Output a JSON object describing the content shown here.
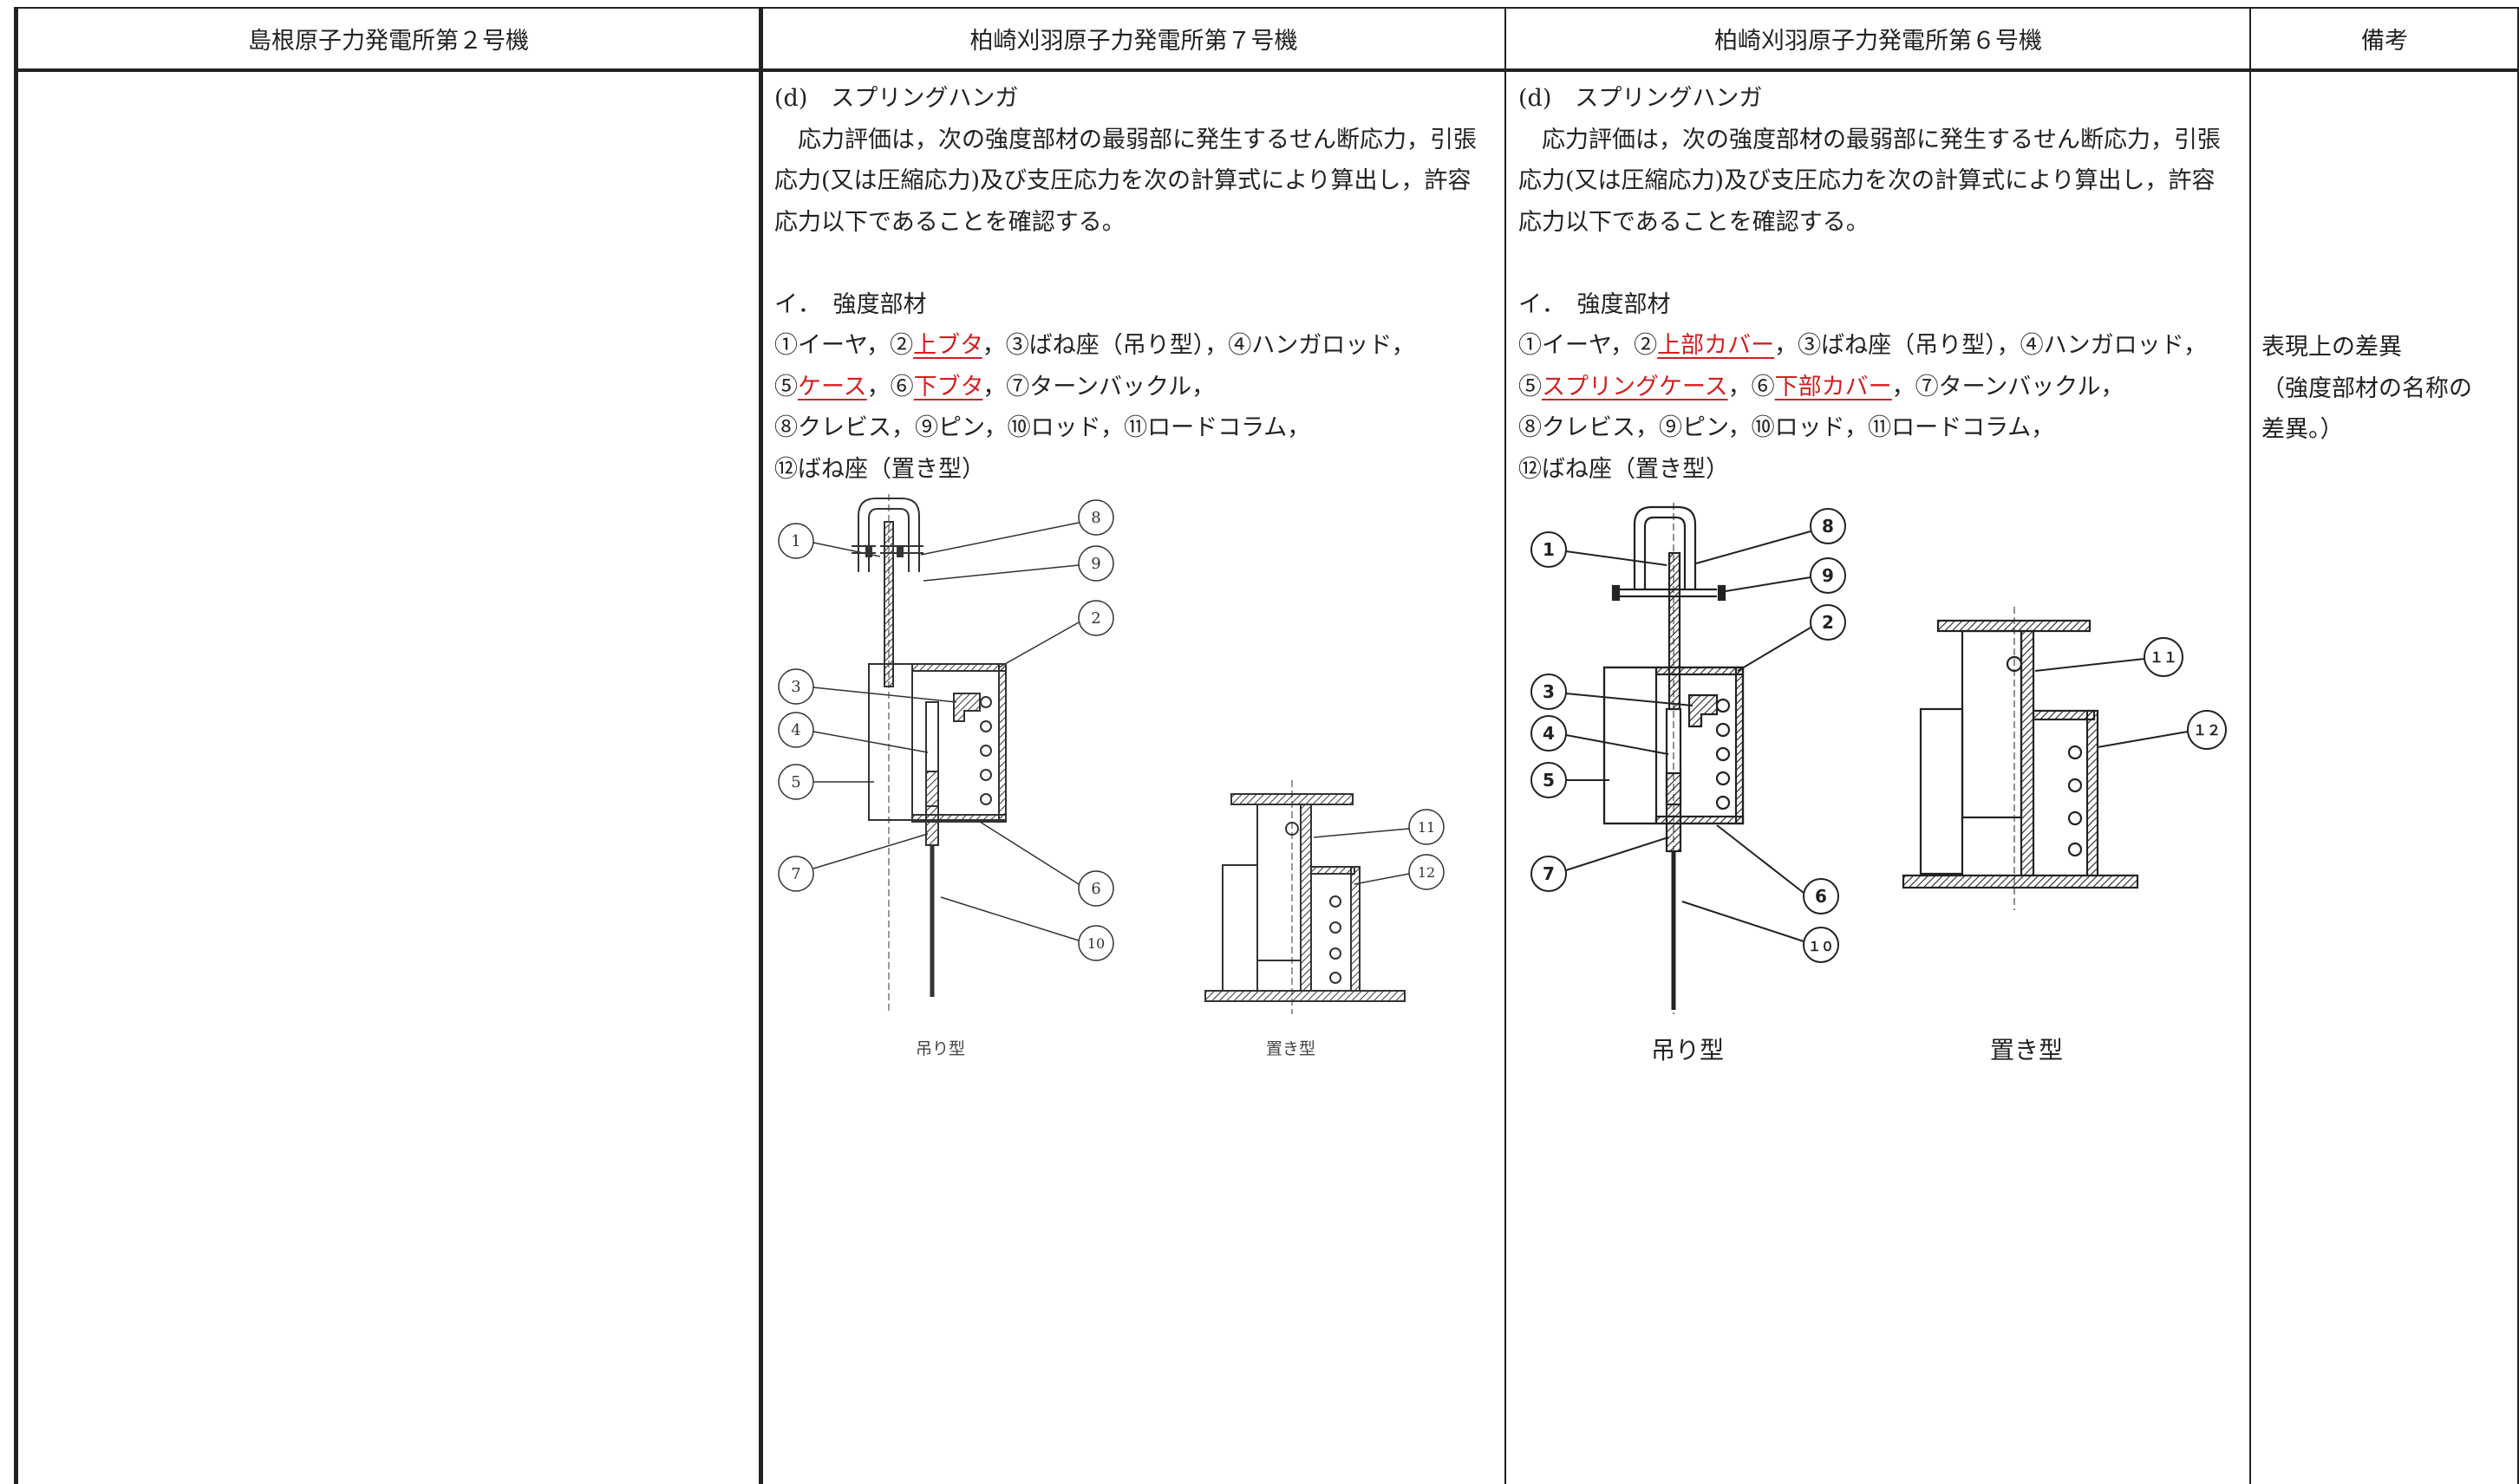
{
  "headers": {
    "col1": "島根原子力発電所第２号機",
    "col2": "柏崎刈羽原子力発電所第７号機",
    "col3": "柏崎刈羽原子力発電所第６号機",
    "col4": "備考"
  },
  "col2": {
    "heading": "(d)　スプリングハンガ",
    "p1": "　応力評価は，次の強度部材の最弱部に発生するせん断応力，引張",
    "p2": "応力(又は圧縮応力)及び支圧応力を次の計算式により算出し，許容",
    "p3": "応力以下であることを確認する。",
    "sub": "イ．　強度部材",
    "l1a": "①イーヤ，②",
    "l1r": "上ブタ",
    "l1b": "，③ばね座（吊り型），④ハンガロッド，",
    "l2a": "⑤",
    "l2r1": "ケース",
    "l2b": "，⑥",
    "l2r2": "下ブタ",
    "l2c": "，⑦ターンバックル，",
    "l3": "⑧クレビス，⑨ピン，⑩ロッド，⑪ロードコラム，",
    "l4": "⑫ばね座（置き型）",
    "cap_hang": "吊り型",
    "cap_stand": "置き型",
    "labels": [
      "1",
      "2",
      "3",
      "4",
      "5",
      "6",
      "7",
      "8",
      "9",
      "10",
      "11",
      "12"
    ]
  },
  "col3": {
    "heading": "(d)　スプリングハンガ",
    "p1": "　応力評価は，次の強度部材の最弱部に発生するせん断応力，引張",
    "p2": "応力(又は圧縮応力)及び支圧応力を次の計算式により算出し，許容",
    "p3": "応力以下であることを確認する。",
    "sub": "イ．　強度部材",
    "l1a": "①イーヤ，②",
    "l1r": "上部カバー",
    "l1b": "，③ばね座（吊り型），④ハンガロッド，",
    "l2a": "⑤",
    "l2r1": "スプリングケース",
    "l2b": "，⑥",
    "l2r2": "下部カバー",
    "l2c": "，⑦ターンバックル，",
    "l3": "⑧クレビス，⑨ピン，⑩ロッド，⑪ロードコラム，",
    "l4": "⑫ばね座（置き型）",
    "cap_hang": "吊り型",
    "cap_stand": "置き型",
    "labels": [
      "1",
      "2",
      "3",
      "4",
      "5",
      "6",
      "7",
      "8",
      "9",
      "１０",
      "１１",
      "１２"
    ]
  },
  "remarks": {
    "r1": "表現上の差異",
    "r2": "（強度部材の名称の",
    "r3": "差異。）"
  }
}
